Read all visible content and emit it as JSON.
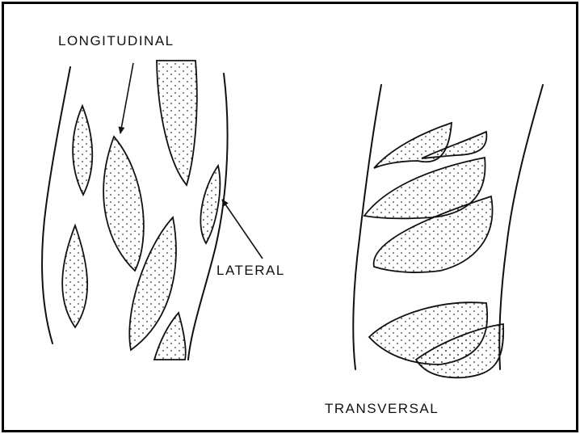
{
  "labels": {
    "longitudinal": "LONGITUDINAL",
    "lateral": "LATERAL",
    "transversal": "TRANSVERSAL"
  },
  "colors": {
    "ink": "#111111",
    "background": "#ffffff",
    "border": "#000000"
  }
}
